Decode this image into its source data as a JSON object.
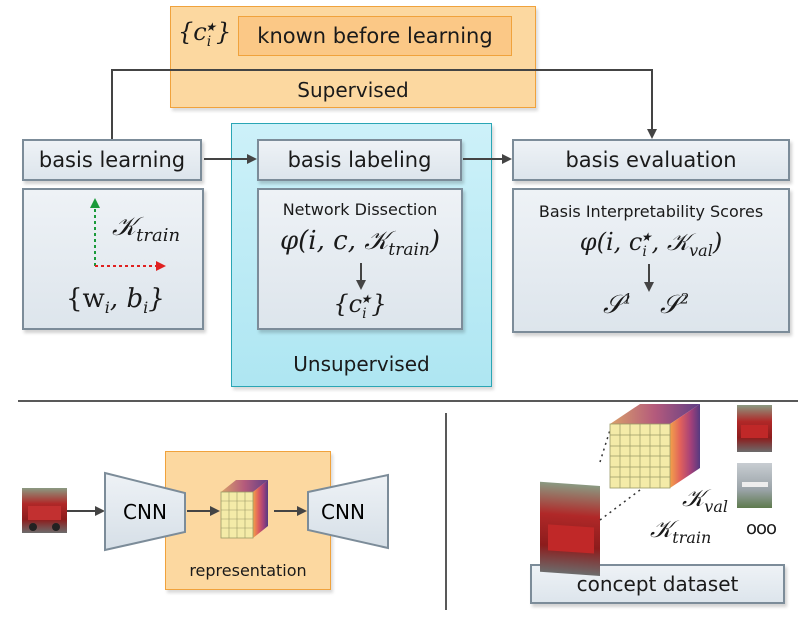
{
  "supervised": {
    "known_set": "{c",
    "known_sub": "i",
    "known_sup": "★",
    "known_close": "}",
    "known_label": "known before learning",
    "title": "Supervised"
  },
  "unsupervised": {
    "title": "Unsupervised"
  },
  "basis_learning": {
    "title": "basis learning",
    "k_symbol": "𝒦",
    "k_sub": "train",
    "params": "{w",
    "params_i": "i",
    "params_b": ", b",
    "params_close": "}"
  },
  "basis_labeling": {
    "title": "basis labeling",
    "method": "Network Dissection",
    "formula": "φ(i, c, 𝒦",
    "formula_sub": "train",
    "formula_close": ")",
    "result": "{c",
    "result_sub": "i",
    "result_sup": "★",
    "result_close": "}"
  },
  "basis_evaluation": {
    "title": "basis evaluation",
    "scores_title": "Basis Interpretability Scores",
    "formula": "φ(i, c",
    "formula_sub": "i",
    "formula_sup": "★",
    "formula_mid": ", 𝒦",
    "formula_sub2": "val",
    "formula_close": ")",
    "s1": "𝒮",
    "s1_sup": "1",
    "s2": "𝒮",
    "s2_sup": "2"
  },
  "pipeline": {
    "cnn_left": "CNN",
    "cnn_right": "CNN",
    "representation": "representation"
  },
  "concept": {
    "k_val": "𝒦",
    "k_val_sub": "val",
    "k_train": "𝒦",
    "k_train_sub": "train",
    "ellipsis": "ooo",
    "dataset_label": "concept dataset"
  },
  "colors": {
    "box_border": "#7c8c99",
    "supervised_fill": "#fcd8a0",
    "supervised_border": "#f0a23c",
    "unsupervised_fill": "#bdebf5",
    "unsupervised_border": "#2aa6b5",
    "arrow": "#444444",
    "axis_green": "#1a9a3a",
    "axis_red": "#e02020"
  }
}
